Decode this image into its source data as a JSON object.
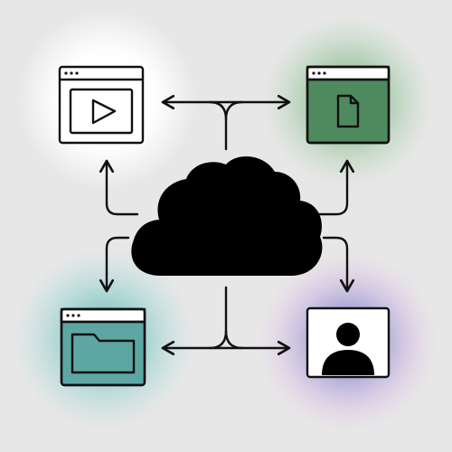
{
  "diagram": {
    "center": {
      "icon": "cloud-icon"
    },
    "nodes": [
      {
        "id": "video",
        "icon": "video-window-icon",
        "glow": "#ffffff"
      },
      {
        "id": "document",
        "icon": "document-window-icon",
        "glow": "#7fb884",
        "fill": "#4f8a5f"
      },
      {
        "id": "folder",
        "icon": "folder-window-icon",
        "glow": "#6fc4c0",
        "fill": "#5da6a3"
      },
      {
        "id": "user",
        "icon": "user-profile-icon",
        "glow": "#9a8fd6",
        "glow2": "#cfb6e6"
      }
    ],
    "connectors": [
      "cloud-to-video",
      "cloud-to-document",
      "cloud-to-folder",
      "cloud-to-user",
      "video-to-document",
      "folder-to-user"
    ]
  }
}
